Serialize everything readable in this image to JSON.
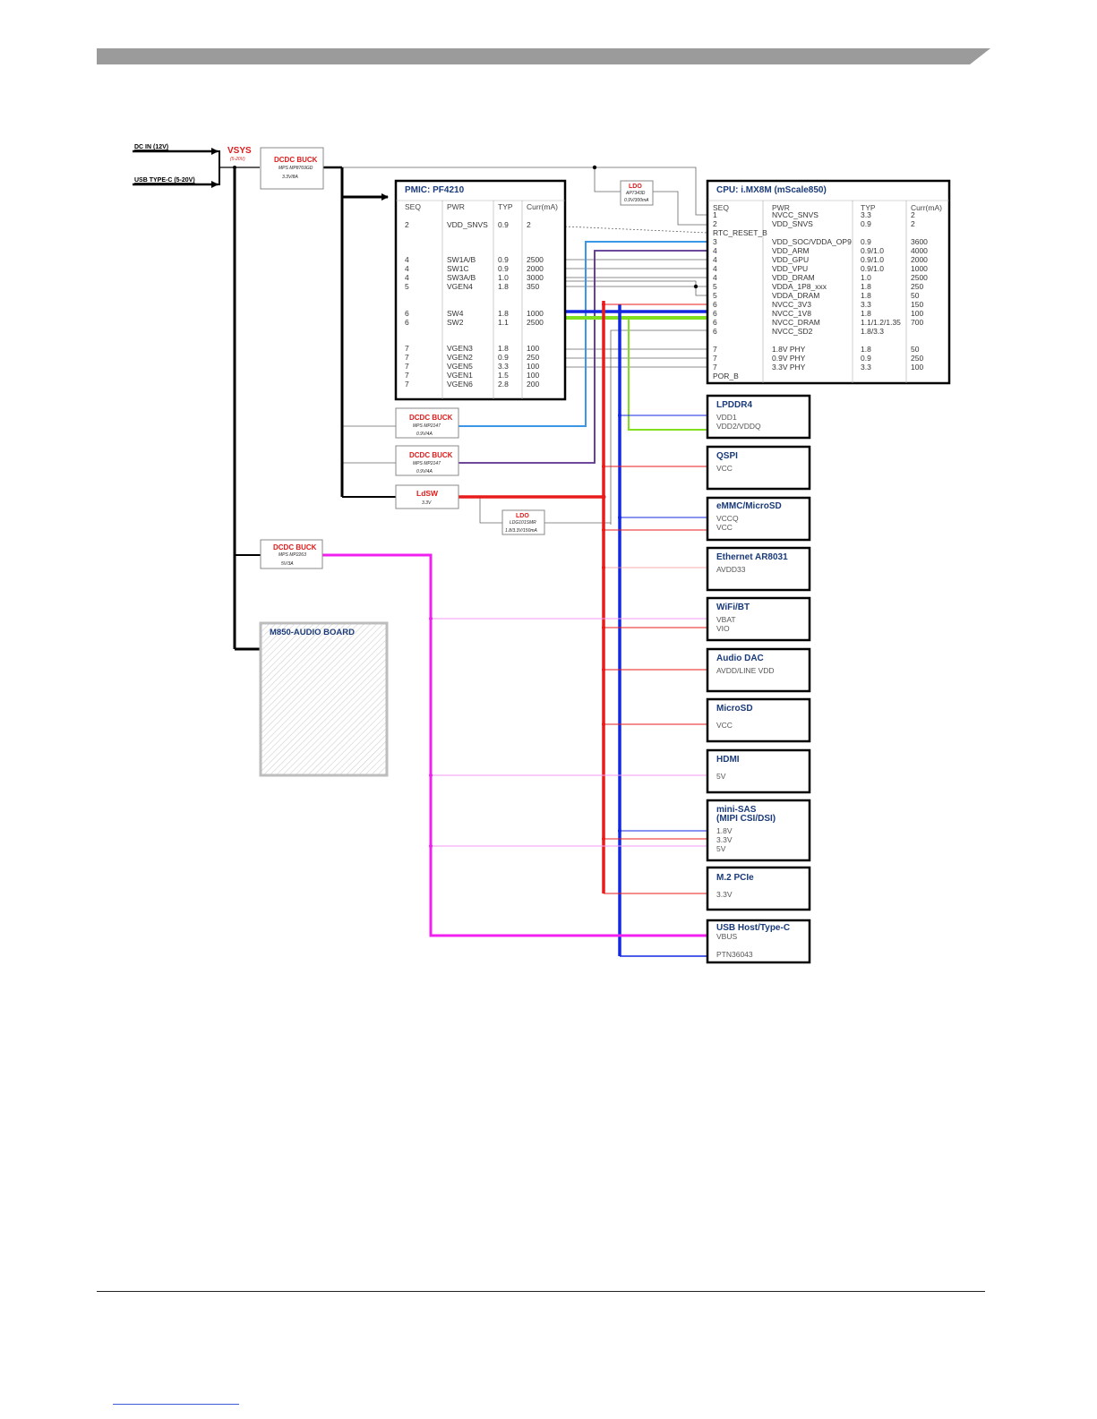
{
  "inputs": {
    "dc_in": "DC IN (12V)",
    "usb_c": "USB TYPE-C (5-20V)"
  },
  "vsys": {
    "label": "VSYS",
    "range": "(5-20V)"
  },
  "buck_main": {
    "title": "DCDC BUCK",
    "part": "MPS MP8769GD",
    "rating": "3.3V/8A"
  },
  "ldo_top": {
    "title": "LDO",
    "part": "AP7343D",
    "rating": "0.9V/300mA"
  },
  "buck_09a": {
    "title": "DCDC BUCK",
    "part": "MPS MP2147",
    "rating": "0.9V/4A"
  },
  "buck_09b": {
    "title": "DCDC BUCK",
    "part": "MPS MP2147",
    "rating": "0.9V/4A"
  },
  "ldsw": {
    "title": "LdSW",
    "rating": "3.3V"
  },
  "ldo_low": {
    "title": "LDO",
    "part": "LDG101SMR",
    "rating": "1.8/3.3V/150mA"
  },
  "buck_5v": {
    "title": "DCDC BUCK",
    "part": "MPS MP2263",
    "rating": "5V/3A"
  },
  "audio_board": {
    "title": "M850-AUDIO BOARD"
  },
  "pmic": {
    "title": "PMIC: PF4210",
    "columns": [
      "SEQ",
      "PWR",
      "TYP",
      "Curr(mA)"
    ],
    "rows": [
      [
        "2",
        "VDD_SNVS",
        "0.9",
        "2"
      ],
      [
        "4",
        "SW1A/B",
        "0.9",
        "2500"
      ],
      [
        "4",
        "SW1C",
        "0.9",
        "2000"
      ],
      [
        "4",
        "SW3A/B",
        "1.0",
        "3000"
      ],
      [
        "5",
        "VGEN4",
        "1.8",
        "350"
      ],
      [
        "6",
        "SW4",
        "1.8",
        "1000"
      ],
      [
        "6",
        "SW2",
        "1.1",
        "2500"
      ],
      [
        "7",
        "VGEN3",
        "1.8",
        "100"
      ],
      [
        "7",
        "VGEN2",
        "0.9",
        "250"
      ],
      [
        "7",
        "VGEN5",
        "3.3",
        "100"
      ],
      [
        "7",
        "VGEN1",
        "1.5",
        "100"
      ],
      [
        "7",
        "VGEN6",
        "2.8",
        "200"
      ]
    ]
  },
  "cpu": {
    "title": "CPU: i.MX8M (mScale850)",
    "columns": [
      "SEQ",
      "PWR",
      "TYP",
      "Curr(mA)"
    ],
    "rows": [
      [
        "1",
        "NVCC_SNVS",
        "3.3",
        "2"
      ],
      [
        "2",
        "VDD_SNVS",
        "0.9",
        "2"
      ],
      [
        "RTC_RESET_B",
        "",
        "",
        ""
      ],
      [
        "3",
        "VDD_SOC/VDDA_OP9",
        "0.9",
        "3600"
      ],
      [
        "4",
        "VDD_ARM",
        "0.9/1.0",
        "4000"
      ],
      [
        "4",
        "VDD_GPU",
        "0.9/1.0",
        "2000"
      ],
      [
        "4",
        "VDD_VPU",
        "0.9/1.0",
        "1000"
      ],
      [
        "4",
        "VDD_DRAM",
        "1.0",
        "2500"
      ],
      [
        "5",
        "VDDA_1P8_xxx",
        "1.8",
        "250"
      ],
      [
        "5",
        "VDDA_DRAM",
        "1.8",
        "50"
      ],
      [
        "6",
        "NVCC_3V3",
        "3.3",
        "150"
      ],
      [
        "6",
        "NVCC_1V8",
        "1.8",
        "100"
      ],
      [
        "6",
        "NVCC_DRAM",
        "1.1/1.2/1.35",
        "700"
      ],
      [
        "6",
        "NVCC_SD2",
        "1.8/3.3",
        ""
      ],
      [
        "7",
        "1.8V PHY",
        "1.8",
        "50"
      ],
      [
        "7",
        "0.9V PHY",
        "0.9",
        "250"
      ],
      [
        "7",
        "3.3V PHY",
        "3.3",
        "100"
      ],
      [
        "POR_B",
        "",
        "",
        ""
      ]
    ]
  },
  "peripherals": [
    {
      "title": "LPDDR4",
      "pins": [
        "VDD1",
        "VDD2/VDDQ"
      ]
    },
    {
      "title": "QSPI",
      "pins": [
        "VCC"
      ]
    },
    {
      "title": "eMMC/MicroSD",
      "pins": [
        "VCCQ",
        "VCC"
      ]
    },
    {
      "title": "Ethernet AR8031",
      "pins": [
        "AVDD33"
      ]
    },
    {
      "title": "WiFi/BT",
      "pins": [
        "VBAT",
        "VIO"
      ]
    },
    {
      "title": "Audio DAC",
      "pins": [
        "AVDD/LINE VDD"
      ]
    },
    {
      "title": "MicroSD",
      "pins": [
        "VCC"
      ]
    },
    {
      "title": "HDMI",
      "pins": [
        "5V"
      ]
    },
    {
      "title": "mini-SAS",
      "title2": "(MIPI CSI/DSI)",
      "pins": [
        "1.8V",
        "3.3V",
        "5V"
      ]
    },
    {
      "title": "M.2 PCIe",
      "pins": [
        "3.3V"
      ]
    },
    {
      "title": "USB Host/Type-C",
      "pins": [
        "VBUS",
        "PTN36043"
      ]
    }
  ],
  "colors": {
    "red": "#e81c1c",
    "blue": "#1228e0",
    "magenta": "#f020f0",
    "green": "#80e020",
    "lightblue": "#3c96e6",
    "purple": "#5a2e8c",
    "header_text": "#1a3a7a"
  }
}
